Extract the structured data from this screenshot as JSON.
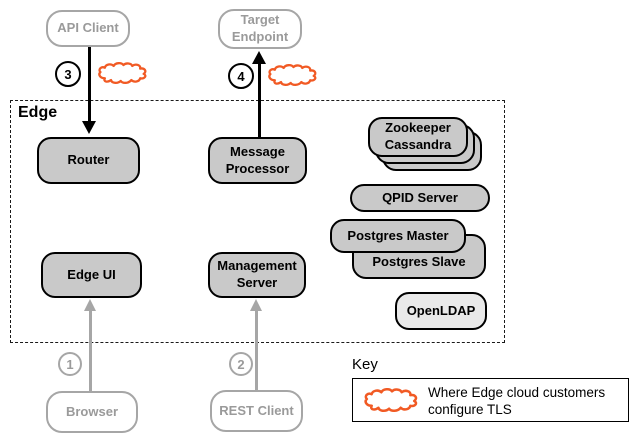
{
  "edge_label": "Edge",
  "clients": {
    "api_client": "API Client",
    "target_endpoint_1": "Target",
    "target_endpoint_2": "Endpoint",
    "browser": "Browser",
    "rest_client": "REST Client"
  },
  "nodes": {
    "router": "Router",
    "message_processor_1": "Message",
    "message_processor_2": "Processor",
    "edge_ui": "Edge UI",
    "management_server_1": "Management",
    "management_server_2": "Server",
    "zookeeper": "Zookeeper",
    "cassandra": "Cassandra",
    "qpid_server": "QPID Server",
    "postgres_master": "Postgres Master",
    "postgres_slave": "Postgres Slave",
    "openldap": "OpenLDAP"
  },
  "steps": {
    "one": "1",
    "two": "2",
    "three": "3",
    "four": "4"
  },
  "key": {
    "title": "Key",
    "line1": "Where Edge cloud customers",
    "line2": "configure TLS"
  },
  "icons": {
    "cloud": "tls-cloud"
  },
  "colors": {
    "component_fill": "#c9c9c9",
    "openldap_fill": "#e9e9e9",
    "cloud_orange": "#f15a24",
    "client_gray": "#9a9a9a",
    "line_black": "#000000"
  }
}
